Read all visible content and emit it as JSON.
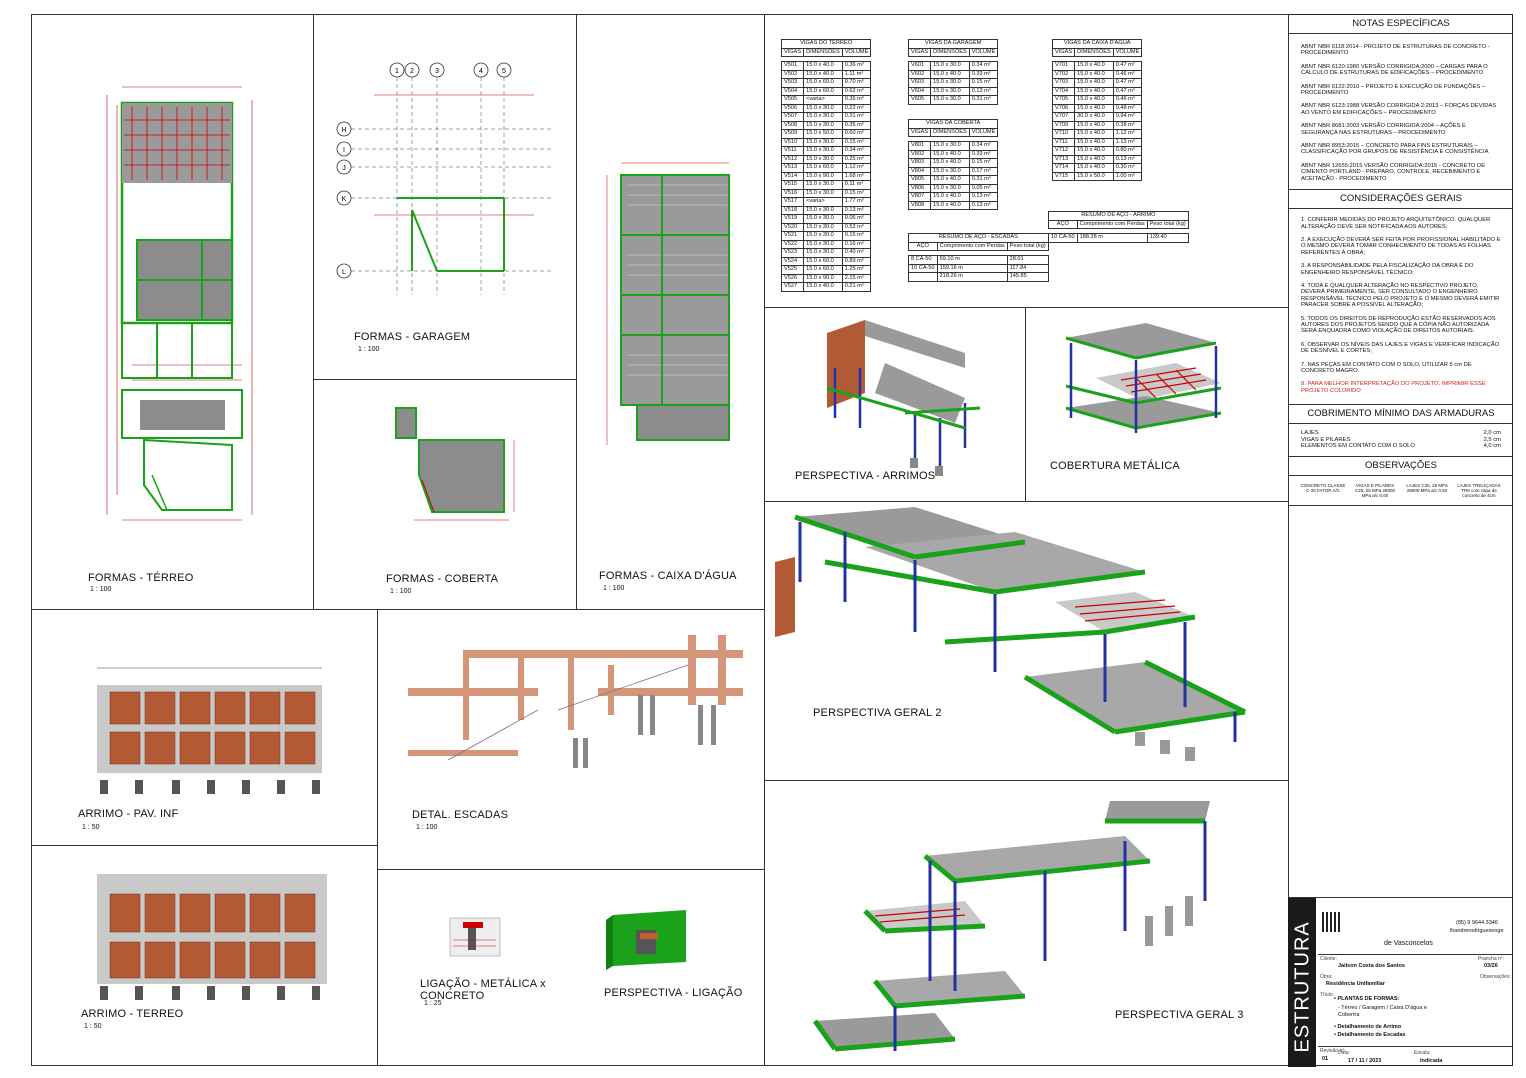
{
  "drawings": {
    "formas_terreo": {
      "title": "FORMAS - TÉRREO",
      "scale": "1 : 100"
    },
    "formas_garagem": {
      "title": "FORMAS - GARAGEM",
      "scale": "1 : 100"
    },
    "formas_coberta": {
      "title": "FORMAS - COBERTA",
      "scale": "1 : 100"
    },
    "formas_caixa": {
      "title": "FORMAS - CAIXA D'ÁGUA",
      "scale": "1 : 100"
    },
    "arrimo_pav": {
      "title": "ARRIMO - PAV. INF",
      "scale": "1 : 50"
    },
    "arrimo_terreo": {
      "title": "ARRIMO - TERREO",
      "scale": "1 : 50"
    },
    "detal_escadas": {
      "title": "DETAL. ESCADAS",
      "scale": "1 : 100"
    },
    "ligacao": {
      "title": "LIGAÇÃO - METÁLICA x CONCRETO",
      "scale": "1 : 25"
    },
    "persp_ligacao": {
      "title": "PERSPECTIVA - LIGAÇÃO"
    },
    "persp_arrimos": {
      "title": "PERSPECTIVA - ARRIMOS"
    },
    "cobertura": {
      "title": "COBERTURA METÁLICA"
    },
    "geral2": {
      "title": "PERSPECTIVA GERAL 2"
    },
    "geral3": {
      "title": "PERSPECTIVA GERAL 3"
    }
  },
  "grid_labels": {
    "cols": [
      "1",
      "2",
      "3",
      "4",
      "5"
    ],
    "rows": [
      "H",
      "I",
      "J",
      "K",
      "L"
    ]
  },
  "tables": {
    "headers": [
      "VIGAS",
      "DIMENSÕES",
      "VOLUME"
    ],
    "terreo": {
      "caption": "VIGAS DO TÉRREO",
      "rows": [
        [
          "V501",
          "15.0 x 40.0",
          "0.36 m³"
        ],
        [
          "V502",
          "15.0 x 40.0",
          "1.11 m³"
        ],
        [
          "V503",
          "15.0 x 60.0",
          "0.70 m³"
        ],
        [
          "V504",
          "15.0 x 60.0",
          "0.62 m³"
        ],
        [
          "V505",
          "<varia>",
          "0.36 m³"
        ],
        [
          "V506",
          "15.0 x 30.0",
          "0.22 m³"
        ],
        [
          "V507",
          "15.0 x 30.0",
          "0.31 m³"
        ],
        [
          "V508",
          "15.0 x 30.0",
          "0.35 m³"
        ],
        [
          "V509",
          "15.0 x 50.0",
          "0.60 m³"
        ],
        [
          "V510",
          "15.0 x 30.0",
          "0.15 m³"
        ],
        [
          "V511",
          "15.0 x 30.0",
          "0.34 m³"
        ],
        [
          "V512",
          "15.0 x 30.0",
          "0.25 m³"
        ],
        [
          "V513",
          "15.0 x 60.0",
          "1.12 m³"
        ],
        [
          "V514",
          "15.0 x 90.0",
          "1.68 m³"
        ],
        [
          "V515",
          "15.0 x 30.0",
          "0.11 m³"
        ],
        [
          "V516",
          "15.0 x 30.0",
          "0.15 m³"
        ],
        [
          "V517",
          "<varia>",
          "1.77 m³"
        ],
        [
          "V518",
          "15.0 x 30.0",
          "0.13 m³"
        ],
        [
          "V519",
          "15.0 x 30.0",
          "0.06 m³"
        ],
        [
          "V520",
          "15.0 x 30.0",
          "0.52 m³"
        ],
        [
          "V521",
          "15.0 x 30.0",
          "0.15 m³"
        ],
        [
          "V522",
          "15.0 x 30.0",
          "0.16 m³"
        ],
        [
          "V523",
          "15.0 x 30.0",
          "0.40 m³"
        ],
        [
          "V524",
          "15.0 x 60.0",
          "0.89 m³"
        ],
        [
          "V525",
          "15.0 x 60.0",
          "1.25 m³"
        ],
        [
          "V526",
          "15.0 x 90.0",
          "2.15 m³"
        ],
        [
          "V527",
          "15.0 x 40.0",
          "0.21 m³"
        ]
      ]
    },
    "garagem": {
      "caption": "VIGAS DA GARAGEM",
      "rows": [
        [
          "V601",
          "15.0 x 30.0",
          "0.34 m³"
        ],
        [
          "V602",
          "15.0 x 40.0",
          "0.33 m³"
        ],
        [
          "V603",
          "15.0 x 30.0",
          "0.15 m³"
        ],
        [
          "V604",
          "15.0 x 30.0",
          "0.13 m³"
        ],
        [
          "V605",
          "15.0 x 30.0",
          "0.31 m³"
        ]
      ]
    },
    "coberta": {
      "caption": "VIGAS DA COBERTA",
      "rows": [
        [
          "V801",
          "15.0 x 30.0",
          "0.34 m³"
        ],
        [
          "V802",
          "15.0 x 40.0",
          "0.33 m³"
        ],
        [
          "V803",
          "15.0 x 40.0",
          "0.15 m³"
        ],
        [
          "V804",
          "15.0 x 30.0",
          "0.17 m³"
        ],
        [
          "V805",
          "15.0 x 40.0",
          "0.31 m³"
        ],
        [
          "V806",
          "15.0 x 30.0",
          "0.05 m³"
        ],
        [
          "V807",
          "15.0 x 40.0",
          "0.13 m³"
        ],
        [
          "V808",
          "15.0 x 40.0",
          "0.13 m³"
        ]
      ]
    },
    "caixa": {
      "caption": "VIGAS DA CAIXA D'ÁGUA",
      "rows": [
        [
          "V701",
          "15.0 x 40.0",
          "0.47 m³"
        ],
        [
          "V702",
          "15.0 x 40.0",
          "0.46 m³"
        ],
        [
          "V703",
          "15.0 x 40.0",
          "0.47 m³"
        ],
        [
          "V704",
          "15.0 x 40.0",
          "0.47 m³"
        ],
        [
          "V705",
          "15.0 x 40.0",
          "0.46 m³"
        ],
        [
          "V706",
          "15.0 x 40.0",
          "0.48 m³"
        ],
        [
          "V707",
          "30.0 x 40.0",
          "0.94 m³"
        ],
        [
          "V709",
          "15.0 x 40.0",
          "0.38 m³"
        ],
        [
          "V710",
          "15.0 x 40.0",
          "1.12 m³"
        ],
        [
          "V711",
          "15.0 x 40.0",
          "1.13 m³"
        ],
        [
          "V712",
          "15.0 x 40.0",
          "0.80 m³"
        ],
        [
          "V713",
          "15.0 x 40.0",
          "0.13 m³"
        ],
        [
          "V714",
          "15.0 x 40.0",
          "0.30 m³"
        ],
        [
          "V715",
          "15.0 x 50.0",
          "1.00 m³"
        ]
      ]
    },
    "aco_escadas": {
      "caption": "RESUMO DE AÇO - ESCADAS",
      "headers": [
        "AÇO",
        "Comprimento com Perdas",
        "Peso total (kg)"
      ],
      "rows": [
        [
          "8 CA-50",
          "59.10 m",
          "28.01"
        ],
        [
          "10 CA-50",
          "159.16 m",
          "117.84"
        ],
        [
          "",
          "218.26 m",
          "145.85"
        ]
      ]
    },
    "aco_arrimo": {
      "caption": "RESUMO DE AÇO - ARRIMO",
      "headers": [
        "AÇO",
        "Comprimento com Perdas",
        "Peso total (kg)"
      ],
      "rows": [
        [
          "10 CA-50",
          "188.28 m",
          "139.40"
        ]
      ]
    }
  },
  "notes": {
    "especificas_title": "NOTAS ESPECÍFICAS",
    "especificas": [
      "ABNT NBR 6118:2014 - PROJETO DE ESTRUTURAS DE CONCRETO - PROCEDIMENTO",
      "ABNT NBR 6120:1980 VERSÃO CORRIGIDA:2000 – CARGAS PARA O CÁLCULO DE ESTRUTURAS DE EDIFICAÇÕES – PROCEDIMENTO",
      "ABNT NBR 6122:2010 – PROJETO E EXECUÇÃO DE FUNDAÇÕES – PROCEDIMENTO",
      "ABNT NBR 6123:1988 VERSÃO CORRIGIDA 2:2013 – FORÇAS DEVIDAS AO VENTO EM EDIFICAÇÕES – PROCEDIMENTO",
      "ABNT NBR 8681:2003 VERSÃO CORRIGIDA:2004 – AÇÕES E SEGURANÇA NAS ESTRUTURAS – PROCEDIMENTO",
      "ABNT NBR 8953:2015 – CONCRETO PARA FINS ESTRUTURAIS – CLASSIFICAÇÃO POR GRUPOS DE RESISTÊNCIA E CONSISTÊNCIA",
      "ABNT NBR 12655:2015 VERSÃO CORRIGIDA:2015 - CONCRETO DE CIMENTO PORTLAND - PREPARO, CONTROLE, RECEBIMENTO E ACEITAÇÃO - PROCEDIMENTO"
    ],
    "gerais_title": "CONSIDERAÇÕES GERAIS",
    "gerais": [
      "1. CONFERIR MEDIDAS DO PROJETO ARQUITETÔNICO. QUALQUER ALTERAÇÃO DEVE SER NOTIFICADA AOS AUTORES;",
      "2. A EXECUÇÃO DEVERÁ SER FEITA POR PROFISSIONAL HABILITADO E O MESMO DEVERÁ TOMAR CONHECIMENTO DE TODAS AS FOLHAS REFERENTES À OBRA;",
      "3. A RESPONSABILIDADE PELA FISCALIZAÇÃO DA OBRA É DO ENGENHEIRO RESPONSÁVEL TÉCNICO;",
      "4. TODA E QUALQUER ALTERAÇÃO NO RESPECTIVO PROJETO, DEVERÁ PRIMEIRAMENTE, SER CONSULTADO O ENGENHEIRO RESPONSÁVEL TÉCNICO PELO PROJETO E O MESMO DEVERÁ EMITIR PARACER SOBRE A POSSÍVEL ALTERAÇÃO;",
      "5. TODOS OS DIREITOS DE REPRODUÇÃO ESTÃO RESERVADOS AOS AUTORES DOS PROJETOS SENDO QUE A CÓPIA NÃO AUTORIZADA SERÁ ENQUADRA COMO VIOLAÇÃO DE DIREITOS AUTORIAIS.",
      "6. OBSERVAR OS NÍVEIS DAS LAJES E VIGAS E VERIFICAR INDICAÇÃO DE DESNÍVEL E CORTES;",
      "7. NAS PEÇAS EM CONTATO COM O SOLO, UTILIZAR 5 cm DE CONCRETO MAGRO."
    ],
    "gerais_red": "8. PARA MELHOR INTERPRETAÇÃO DO PROJETO, IMPRIMIR ESSE PROJETO COLORIDO",
    "cobrimento_title": "COBRIMENTO MÍNIMO DAS ARMADURAS",
    "cobrimento": [
      [
        "LAJES",
        "2,0 cm"
      ],
      [
        "VIGAS E PILARES",
        "2,5 cm"
      ],
      [
        "ELEMENTOS EM CONTATO COM O SOLO",
        "4,0 cm"
      ]
    ],
    "obs_title": "OBSERVAÇÕES",
    "obs": [
      "CONCRETO CLASSE C-25 FATOR A/C",
      "VIGAS E PILARES C25, 25 MPa 28000 MPa a/c 0,60",
      "LAJES C25, 25 MPa 28000 MPa a/c 0,60",
      "LAJES TRELIÇADAS TR8 com capa de concreto de 4cm"
    ]
  },
  "title_block": {
    "side_label": "ESTRUTURA",
    "company": "de Vasconcelos",
    "phone": "(85) 9 9644 3346",
    "email": "lhandrerodriguesenge",
    "cliente_label": "Cliente:",
    "cliente": "Jailson Costa dos Santos",
    "prancha_label": "Prancha nº:",
    "prancha": "03/26",
    "obra_label": "Obra:",
    "obra": "Residência Unifamiliar",
    "titulo_label": "Título:",
    "titulo": [
      "• PLANTAS DE FORMAS:",
      "- Térreo / Garagem / Caixa D'água e Cobertra",
      "• Detalhamento de Arrimo",
      "• Detalhamento de Escadas"
    ],
    "obs_label": "Observações:",
    "revisao_label": "Revisão nº:",
    "revisao": "01",
    "data_label": "Data:",
    "data": "17 / 11 / 2023",
    "escala_label": "Escala:",
    "escala": "Indicada"
  },
  "colors": {
    "green": "#1aa31a",
    "red": "#d21f1f",
    "blue": "#2233a0",
    "brick": "#b25a35",
    "gray": "#8c8c8c"
  }
}
